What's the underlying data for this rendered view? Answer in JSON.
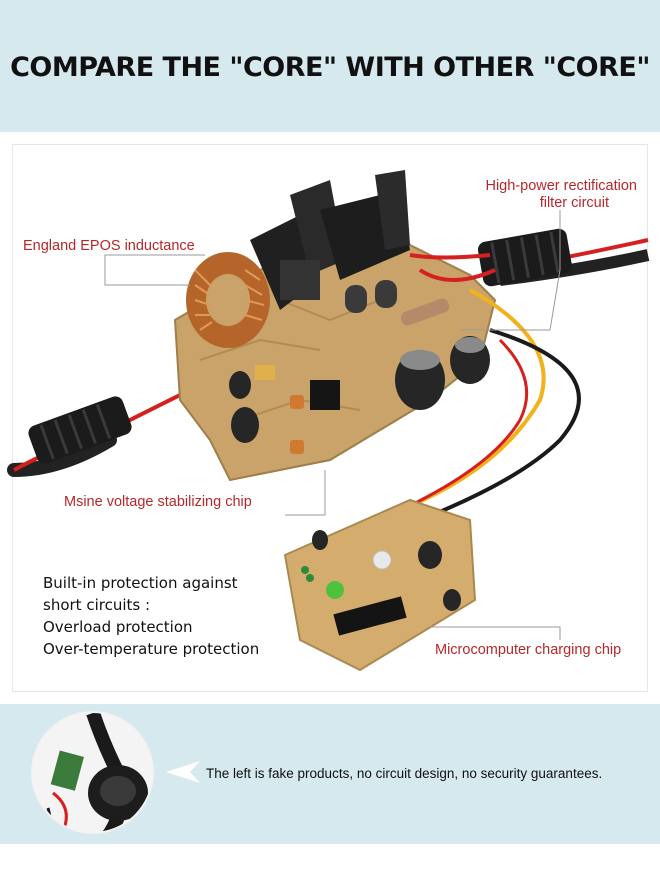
{
  "header": {
    "title": "COMPARE THE \"CORE\" WITH OTHER \"CORE\""
  },
  "callouts": {
    "inductance": "England EPOS inductance",
    "rectification_line1": "High-power rectification",
    "rectification_line2": "filter circuit",
    "stabilizing_chip": "Msine voltage stabilizing chip",
    "charging_chip": "Microcomputer charging chip"
  },
  "protection": {
    "lines": [
      "Built-in protection against",
      "short circuits :",
      "Overload protection",
      "Over-temperature protection"
    ]
  },
  "footer": {
    "text": "The left is fake products, no circuit design, no security guarantees."
  },
  "colors": {
    "band": "#d6e9ef",
    "callout_red": "#b5282a",
    "pcb": "#c9a36a",
    "wire_red": "#d61f1f",
    "wire_yellow": "#f2b21c"
  }
}
